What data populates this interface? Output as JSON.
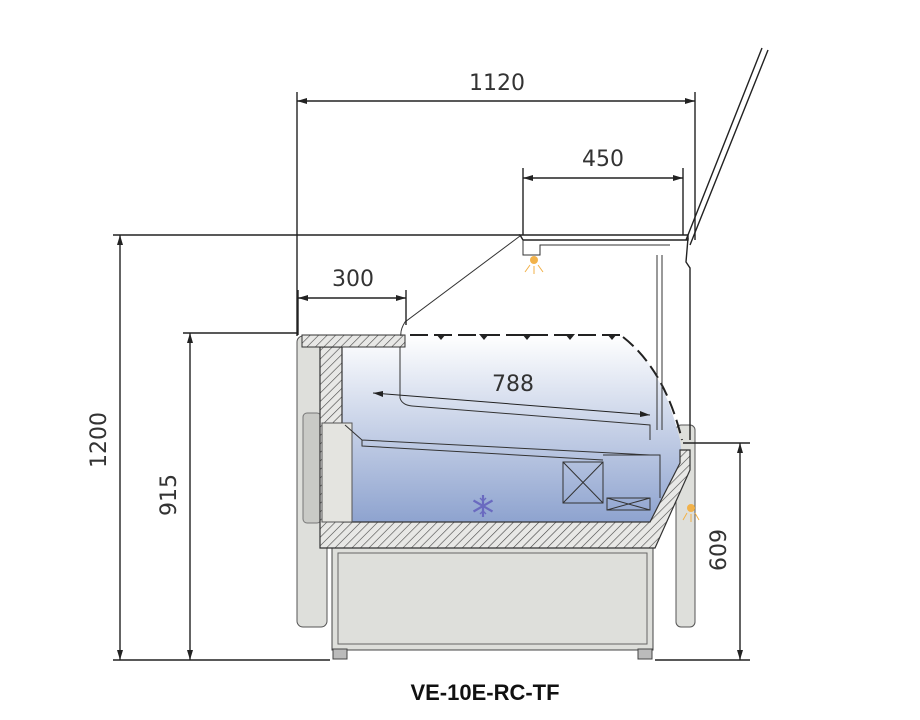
{
  "title": "VE-10E-RC-TF",
  "dimensions": {
    "overall_depth": "1120",
    "canopy_depth": "450",
    "shelf_depth": "300",
    "interior_depth": "788",
    "overall_height": "1200",
    "counter_height": "915",
    "front_height": "609"
  },
  "icons": [
    "snowflake-icon",
    "light-icon"
  ],
  "colors": {
    "interior_top": "#ffffff",
    "interior_bottom": "#8ea3cf",
    "panel": "#dedfdb",
    "light": "#f2b24a"
  }
}
